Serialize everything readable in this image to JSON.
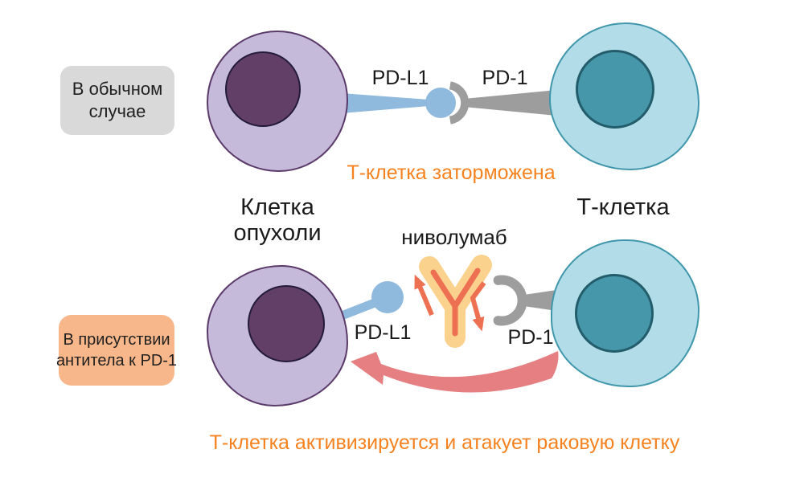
{
  "top_scenario": {
    "condition_lines": [
      "В обычном",
      "случае"
    ],
    "pdl1_label": "PD-L1",
    "pd1_label": "PD-1",
    "status_text": "Т-клетка заторможена"
  },
  "cell_labels": {
    "tumor_lines": [
      "Клетка",
      "опухоли"
    ],
    "t_cell": "Т-клетка"
  },
  "bottom_scenario": {
    "condition_lines": [
      "В присутствии",
      "антитела к PD-1"
    ],
    "antibody_label": "ниволумаб",
    "pdl1_label": "PD-L1",
    "pd1_label": "PD-1",
    "status_text": "Т-клетка активизируется и атакует раковую клетку"
  },
  "colors": {
    "tumor_cell_fill": "#c6badb",
    "tumor_cell_border": "#5a3a69",
    "tumor_nucleus_fill": "#613f66",
    "tumor_nucleus_border": "#241b3a",
    "t_cell_fill": "#b2dce8",
    "t_cell_border": "#4096ab",
    "t_cell_nucleus_fill": "#4697a9",
    "t_cell_nucleus_border": "#235d6b",
    "pdl1_ligand": "#8fb9dd",
    "pd1_receptor": "#9d9d9d",
    "normal_box_bg": "#d9d9d9",
    "antibody_box_bg": "#f8b78a",
    "highlight_text": "#f5821f",
    "antibody_outer": "#fad28d",
    "antibody_inner": "#ee7053",
    "attack_arrow": "#e57f82"
  }
}
